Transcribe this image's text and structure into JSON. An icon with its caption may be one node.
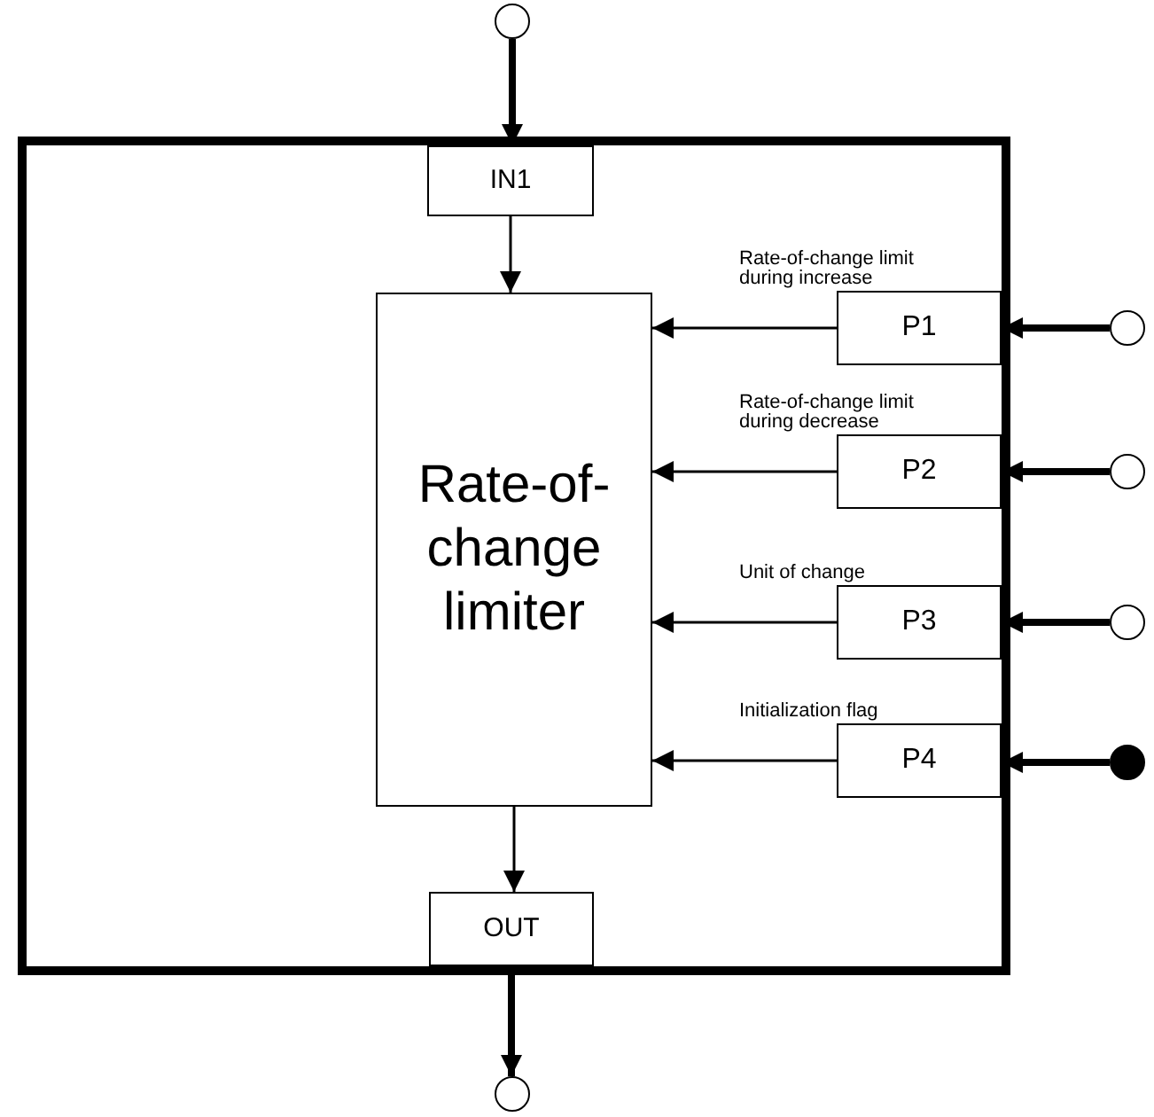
{
  "diagram": {
    "nodes": [
      {
        "text": [],
        "shape": "box"
      },
      {
        "text": [
          "IN1"
        ],
        "in": 0
      },
      {
        "text": [
          "Rate-of-change limiter"
        ],
        "in": 0
      },
      {
        "text": [
          "P1"
        ],
        "in": 0,
        "beside": [
          "Rate-of-change limit during increase"
        ]
      },
      {
        "text": [
          "P2"
        ],
        "in": 0,
        "beside": [
          "Rate-of-change limit during decrease"
        ]
      },
      {
        "text": [
          "P3"
        ],
        "in": 0,
        "beside": [
          "Unit of change"
        ]
      },
      {
        "text": [
          "P4"
        ],
        "in": 0,
        "beside": [
          "Initialization flag"
        ]
      },
      {
        "text": [
          "OUT"
        ],
        "in": 0
      },
      {
        "text": [],
        "shape": "circle"
      },
      {
        "text": [],
        "shape": "circle"
      },
      {
        "text": [],
        "shape": "circle"
      },
      {
        "text": [],
        "shape": "circle"
      },
      {
        "text": [],
        "shape": "dot"
      },
      {
        "text": [],
        "shape": "circle"
      }
    ],
    "edges": [
      {
        "from": 8,
        "to": 1,
        "arrow": "to",
        "style": "thick"
      },
      {
        "from": 1,
        "to": 2,
        "arrow": "to"
      },
      {
        "from": 3,
        "to": 2,
        "arrow": "to"
      },
      {
        "from": 4,
        "to": 2,
        "arrow": "to"
      },
      {
        "from": 5,
        "to": 2,
        "arrow": "to"
      },
      {
        "from": 6,
        "to": 2,
        "arrow": "to"
      },
      {
        "from": 9,
        "to": 3,
        "arrow": "to",
        "style": "thick"
      },
      {
        "from": 10,
        "to": 4,
        "arrow": "to",
        "style": "thick"
      },
      {
        "from": 11,
        "to": 5,
        "arrow": "to",
        "style": "thick"
      },
      {
        "from": 12,
        "to": 6,
        "arrow": "to",
        "style": "thick"
      },
      {
        "from": 2,
        "to": 7,
        "arrow": "to"
      },
      {
        "from": 7,
        "to": 13,
        "arrow": "to",
        "style": "thick"
      }
    ]
  }
}
